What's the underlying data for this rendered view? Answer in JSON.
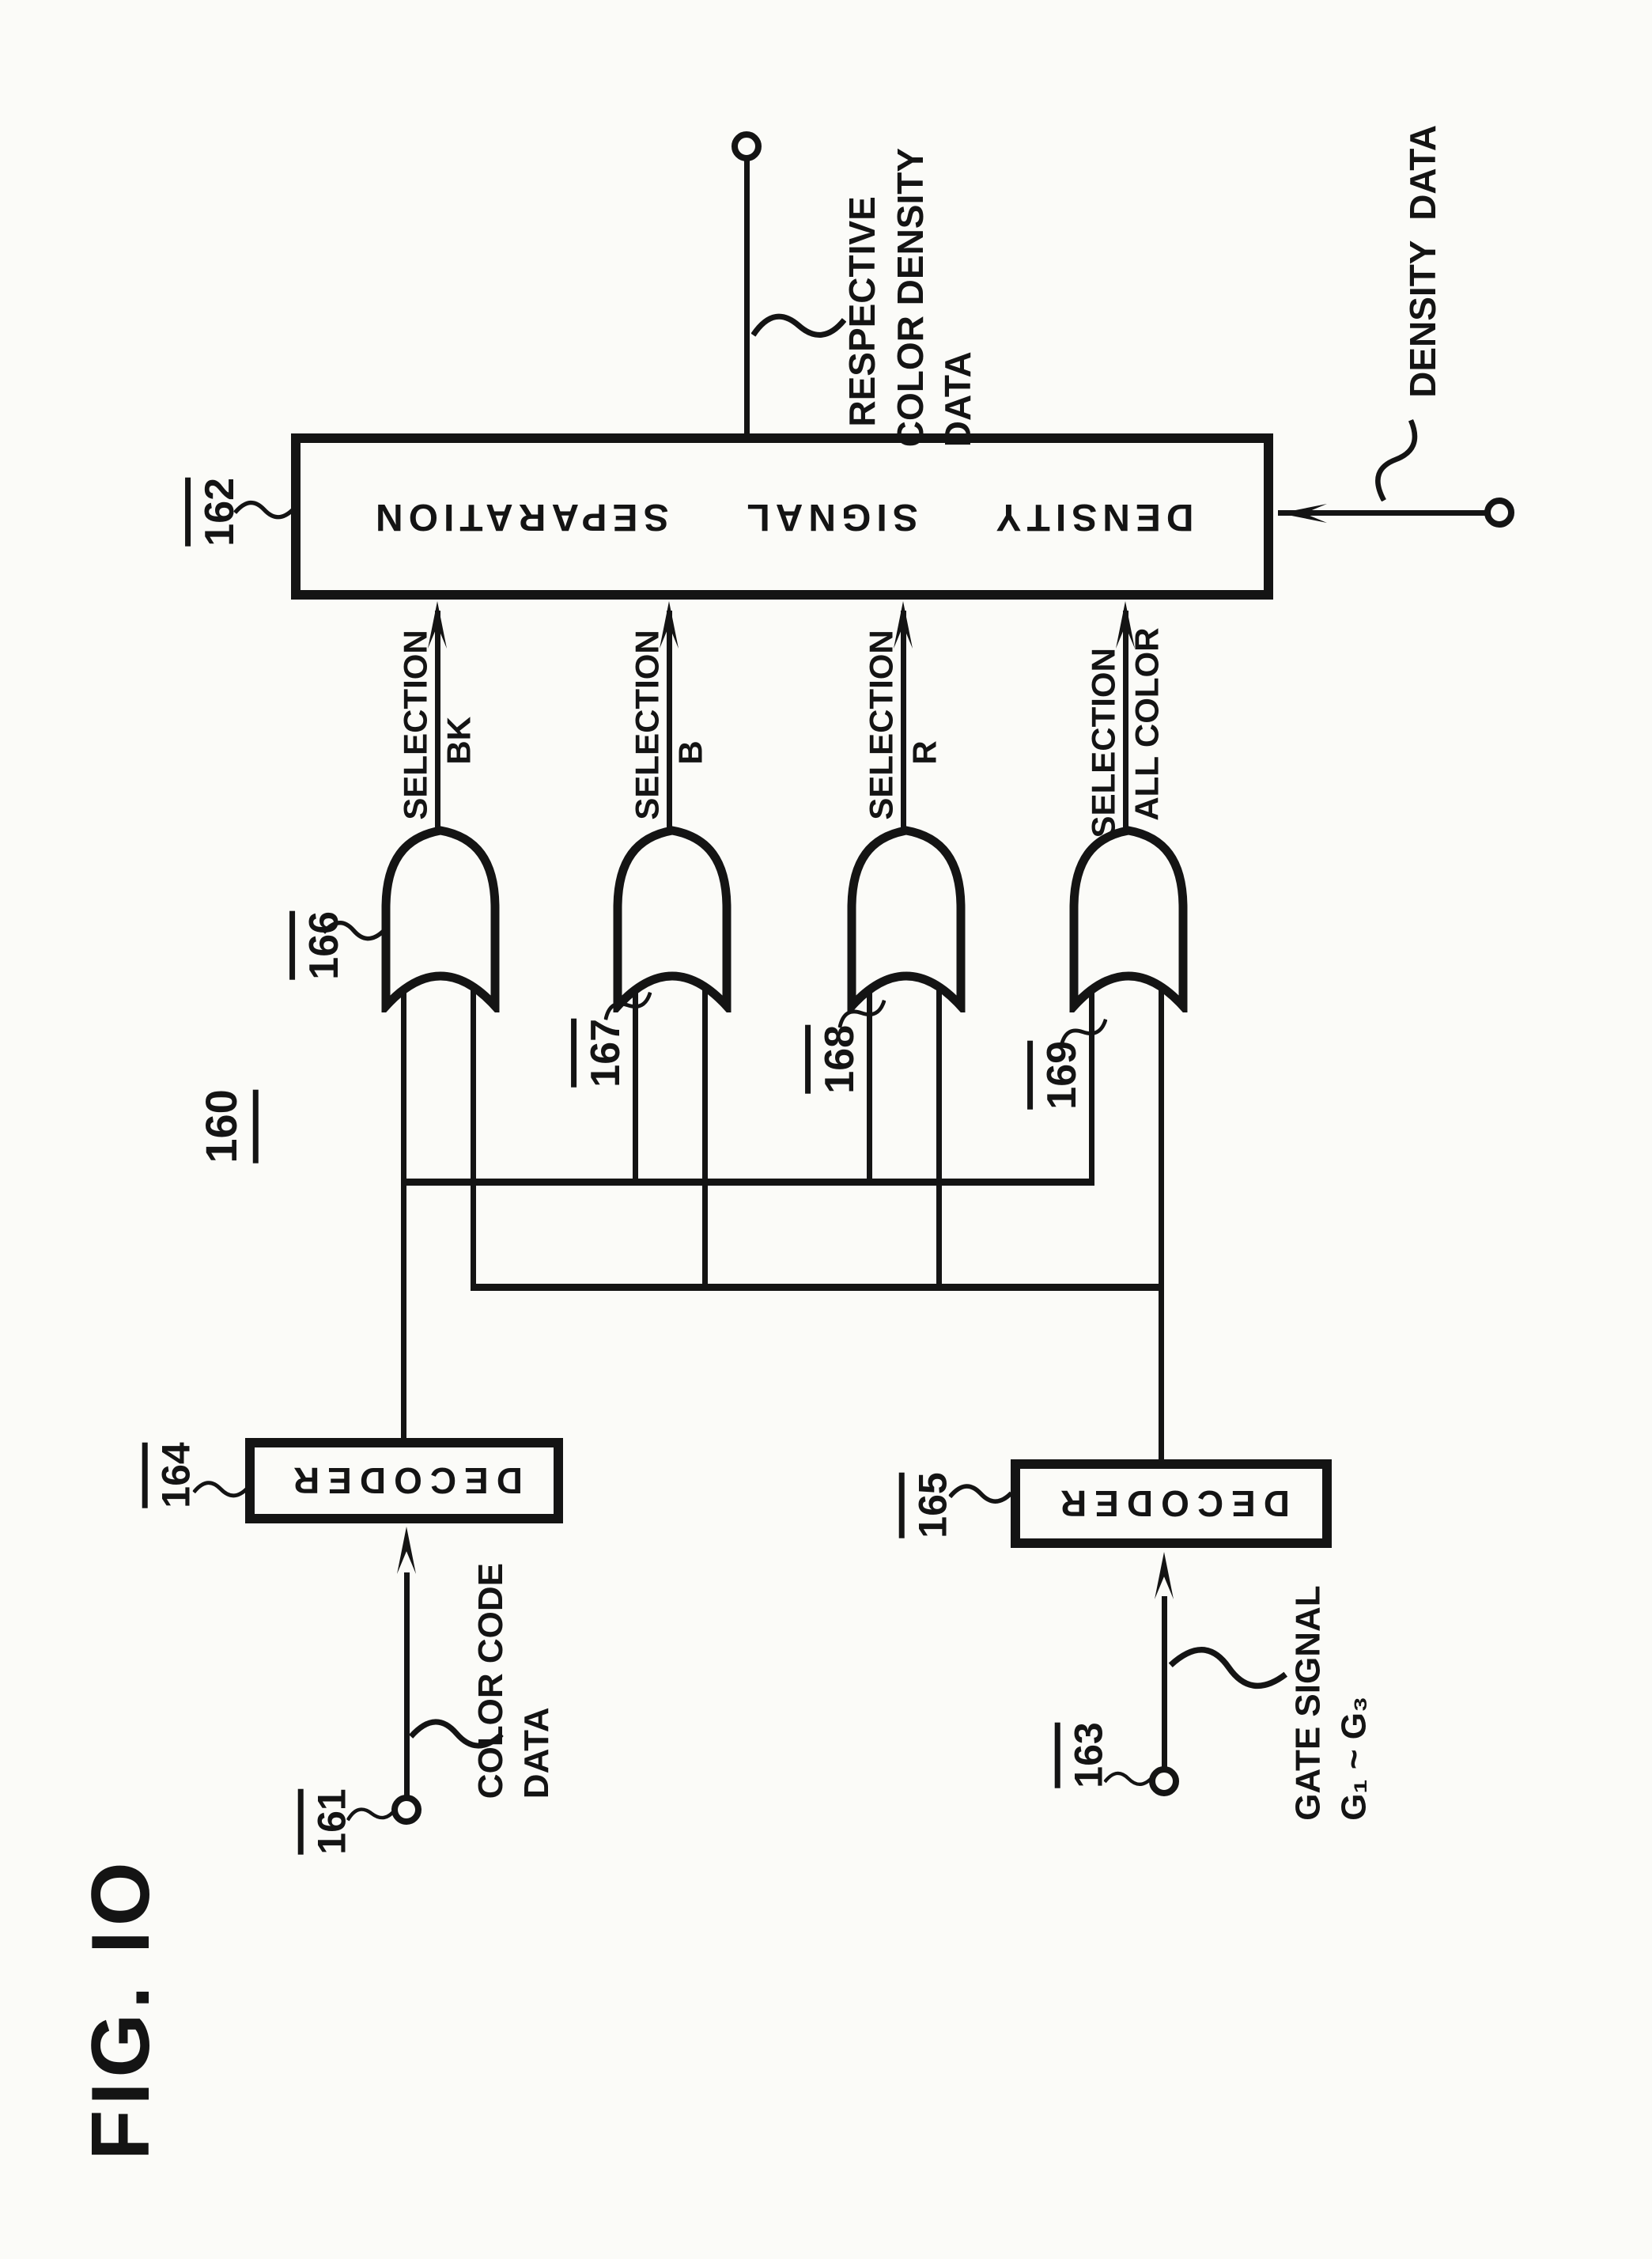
{
  "figure": {
    "title": "FIG. IO",
    "circuit_ref": "160"
  },
  "blocks": {
    "separation": {
      "label": "DENSITY  SIGNAL  SEPARATION",
      "ref": "162"
    },
    "decoder_color": {
      "label": "DECODER",
      "ref": "164"
    },
    "decoder_gate": {
      "label": "DECODER",
      "ref": "165"
    }
  },
  "gates": [
    {
      "ref": "166",
      "label": "SELECTION\n      BK"
    },
    {
      "ref": "167",
      "label": "SELECTION\n      B"
    },
    {
      "ref": "168",
      "label": "SELECTION\n      R"
    },
    {
      "ref": "169",
      "label": "SELECTION\n  ALL COLOR"
    }
  ],
  "io": {
    "output": {
      "label": "  RESPECTIVE\nCOLOR DENSITY\nDATA"
    },
    "density": {
      "label": "DENSITY  DATA"
    },
    "color_code": {
      "label": "COLOR CODE\nDATA",
      "ref": "161"
    },
    "gate_signal": {
      "label": "GATE SIGNAL\nG₁ ~ G₃",
      "ref": "163"
    }
  }
}
